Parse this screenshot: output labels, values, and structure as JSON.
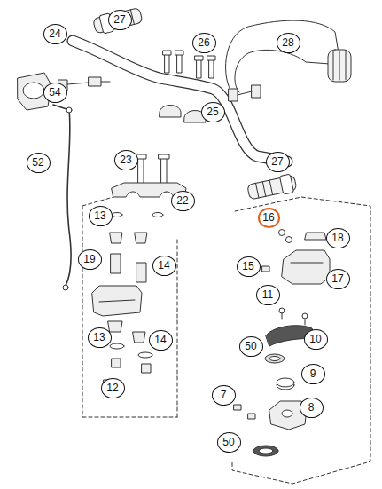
{
  "diagram": {
    "labels": [
      "27",
      "24",
      "26",
      "28",
      "54",
      "25",
      "27",
      "52",
      "23",
      "22",
      "16",
      "18",
      "13",
      "19",
      "14",
      "15",
      "17",
      "11",
      "10",
      "50",
      "9",
      "13",
      "14",
      "7",
      "12",
      "8",
      "50"
    ]
  }
}
